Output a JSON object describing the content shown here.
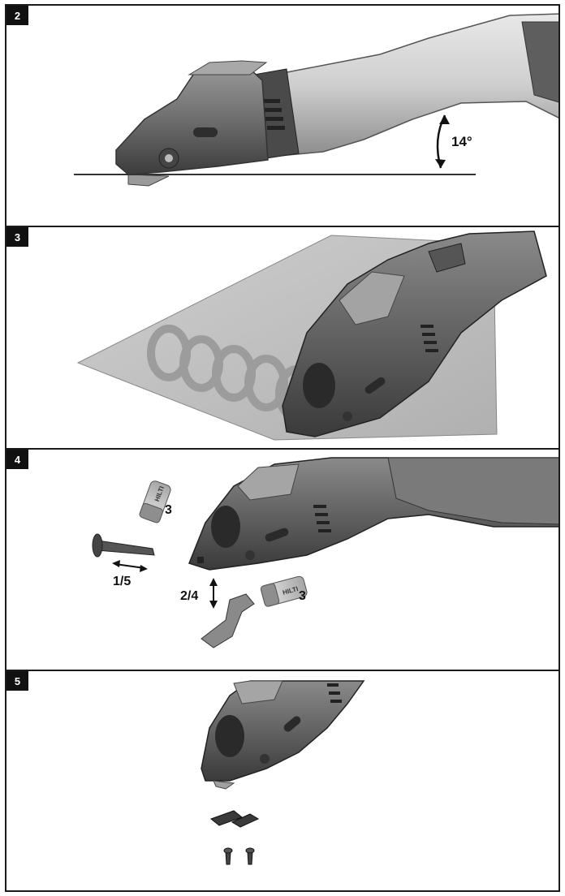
{
  "panels": [
    {
      "number": "2",
      "label_angle": "14°"
    },
    {
      "number": "3"
    },
    {
      "number": "4",
      "label_pin": "1/5",
      "label_blade": "2/4",
      "label_cart_a": "3",
      "label_cart_b": "3",
      "brand": "HILTI"
    },
    {
      "number": "5"
    }
  ]
}
